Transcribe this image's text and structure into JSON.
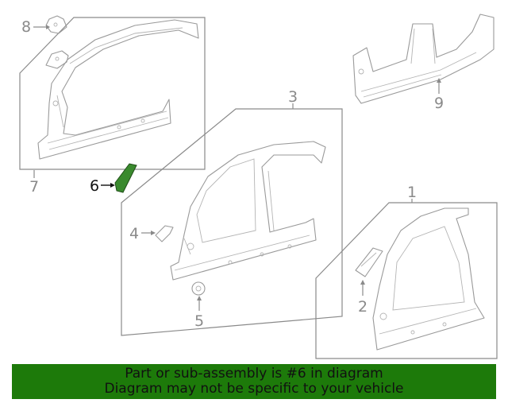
{
  "callouts": {
    "c1": "1",
    "c2": "2",
    "c3": "3",
    "c4": "4",
    "c5": "5",
    "c6": "6",
    "c7": "7",
    "c8": "8",
    "c9": "9"
  },
  "highlight": {
    "part_number": "6",
    "color": "#3a8a2e"
  },
  "banner": {
    "line1": "Part or sub-assembly is #6 in diagram",
    "line2": "Diagram may not be specific to your vehicle",
    "color": "#1d7a0a"
  }
}
